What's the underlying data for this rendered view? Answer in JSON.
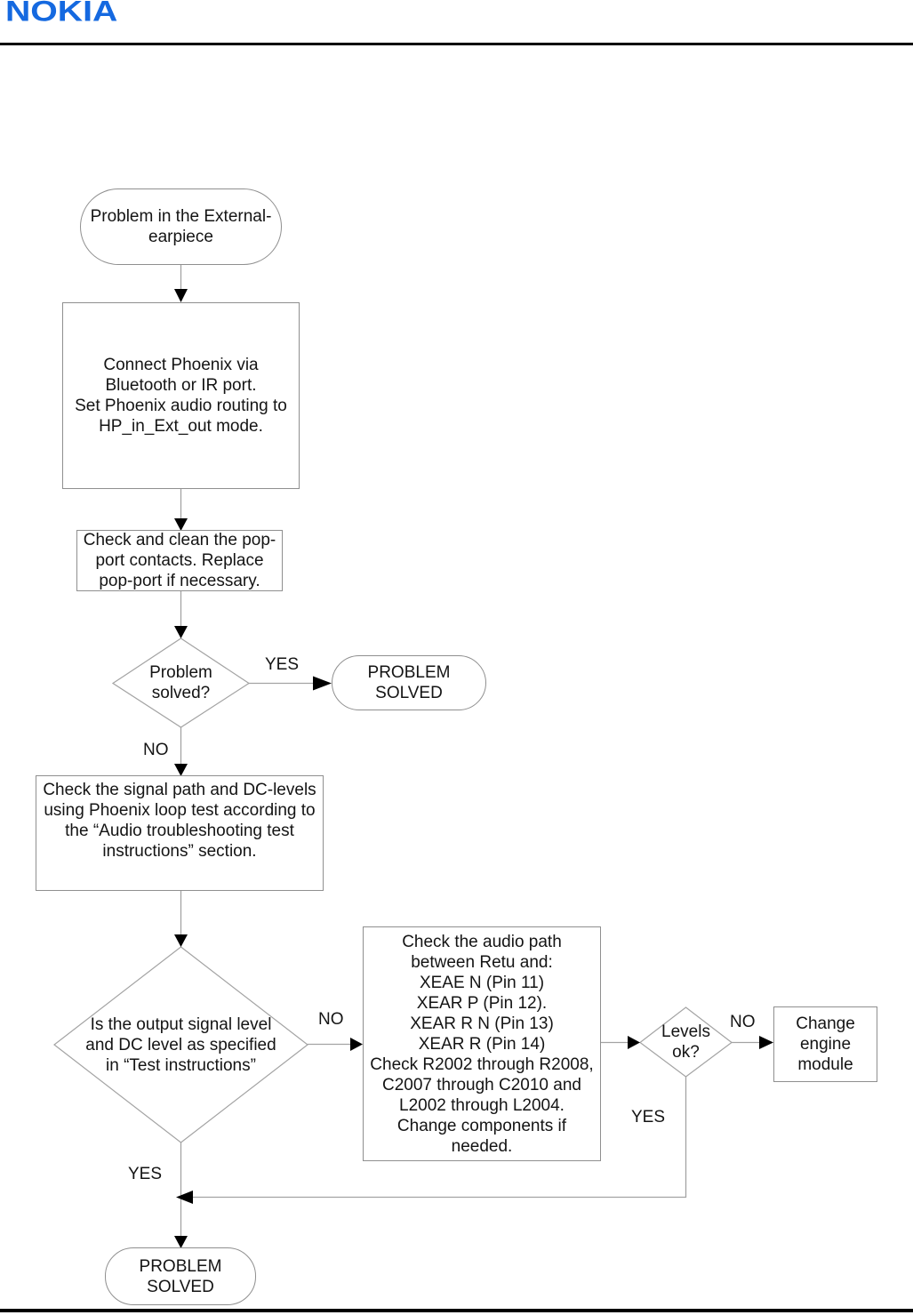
{
  "header": {
    "logo_text": "NOKIA",
    "logo_color": "#1569E0"
  },
  "flowchart": {
    "start_oval": "Problem in the External-\nearpiece",
    "connect_box": "Connect Phoenix via\nBluetooth or IR port.\nSet Phoenix audio routing to\nHP_in_Ext_out mode.",
    "popport_box": "Check and clean the pop-\nport contacts. Replace\npop-port if necessary.",
    "problem_solved_diamond": "Problem\nsolved?",
    "problem_solved_oval_right": "PROBLEM\nSOLVED",
    "signal_path_box": "Check the signal path and DC-levels\nusing Phoenix loop test according to\nthe “Audio troubleshooting test\ninstructions” section.",
    "output_level_diamond": "Is the output signal level\nand DC level as specified\nin “Test instructions”",
    "audio_path_box": "Check the audio path\nbetween Retu and:\nXEAE N (Pin 11)\nXEAR P (Pin 12).\nXEAR R N (Pin 13)\nXEAR R (Pin 14)\nCheck R2002 through R2008,\nC2007 through C2010 and\nL2002 through L2004.\nChange components if\nneeded.",
    "levels_ok_diamond": "Levels\nok?",
    "change_engine_box": "Change\nengine\nmodule",
    "problem_solved_oval_bottom": "PROBLEM\nSOLVED",
    "edge_labels": {
      "problem_solved_yes": "YES",
      "problem_solved_no": "NO",
      "output_level_no": "NO",
      "output_level_yes": "YES",
      "levels_ok_no": "NO",
      "levels_ok_yes": "YES"
    }
  }
}
